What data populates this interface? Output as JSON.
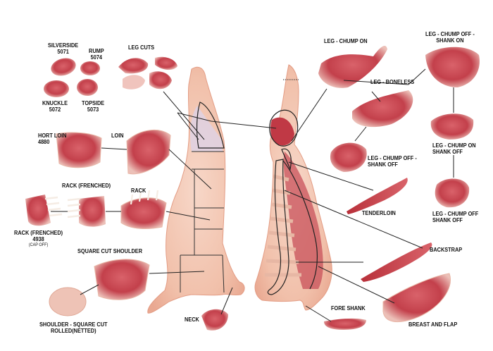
{
  "colors": {
    "meat": "#c7404a",
    "meat_dark": "#a8222e",
    "fat": "#f3d3c6",
    "carcass": "#f4c9b6",
    "bone": "#f7efe8",
    "line": "#222222"
  },
  "labels": {
    "silverside": {
      "name": "SILVERSIDE",
      "code": "5071"
    },
    "rump": {
      "name": "RUMP",
      "code": "5074"
    },
    "knuckle": {
      "name": "KNUCKLE",
      "code": "5072"
    },
    "topside": {
      "name": "TOPSIDE",
      "code": "5073"
    },
    "leg_cuts": "LEG CUTS",
    "short_loin": {
      "name": "HORT LOIN",
      "code": "4880"
    },
    "loin": "LOIN",
    "rack_frenched_top": "RACK (FRENCHED)",
    "rack": "RACK",
    "rack_frenched_bottom": {
      "name": "RACK (FRENCHED)",
      "code": "4938",
      "note": "(CAP OFF)"
    },
    "square_cut_shoulder": "SQUARE CUT SHOULDER",
    "shoulder_rolled": {
      "line1": "SHOULDER - SQUARE CUT",
      "line2": "ROLLED(NETTED)"
    },
    "neck": "NECK",
    "leg_chump_on": "LEG - CHUMP ON",
    "leg_chump_off_shank_on": {
      "line1": "LEG - CHUMP OFF -",
      "line2": "SHANK ON"
    },
    "leg_boneless": "LEG - BONELESS",
    "leg_chump_off_shank_off_mid": {
      "line1": "LEG - CHUMP OFF -",
      "line2": "SHANK OFF"
    },
    "leg_chump_on_shank_off": {
      "line1": "LEG - CHUMP ON",
      "line2": "SHANK OFF"
    },
    "leg_chump_off_shank_off_right": {
      "line1": "LEG - CHUMP OFF",
      "line2": "SHANK OFF"
    },
    "tenderloin": "TENDERLOIN",
    "backstrap": "BACKSTRAP",
    "fore_shank": "FORE SHANK",
    "breast_and_flap": "BREAST AND FLAP"
  }
}
